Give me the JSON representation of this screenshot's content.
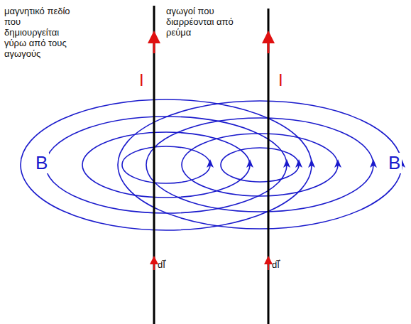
{
  "diagram": {
    "labels": [
      "μαγνητικό πεδίο που δημιουργείται γύρω από τους αγωγούς",
      "αγωγοί που διαρρέονται από ρεύμα",
      "I",
      "I",
      "B",
      "B",
      "dl⃗",
      "dl⃗"
    ]
  }
}
